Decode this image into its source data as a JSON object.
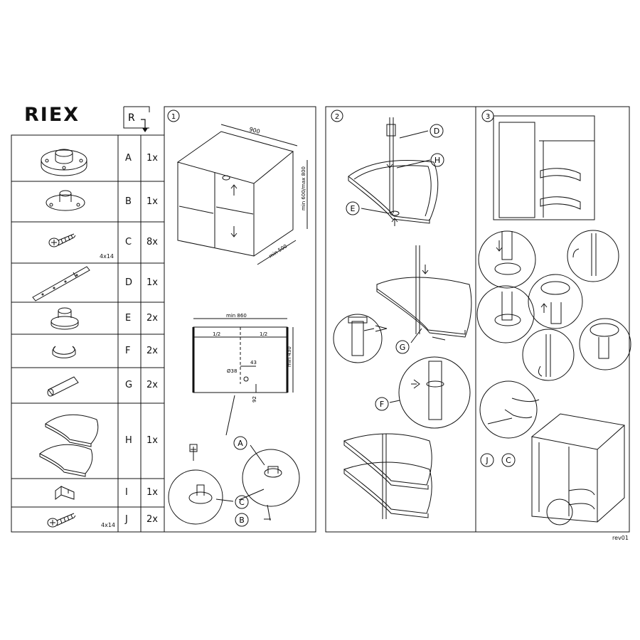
{
  "brand": {
    "logo": "RIEX",
    "flag": "R"
  },
  "parts": [
    {
      "letter": "A",
      "qty": "1x",
      "size": ""
    },
    {
      "letter": "B",
      "qty": "1x",
      "size": ""
    },
    {
      "letter": "C",
      "qty": "8x",
      "size": "4x14"
    },
    {
      "letter": "D",
      "qty": "1x",
      "size": ""
    },
    {
      "letter": "E",
      "qty": "2x",
      "size": ""
    },
    {
      "letter": "F",
      "qty": "2x",
      "size": ""
    },
    {
      "letter": "G",
      "qty": "2x",
      "size": ""
    },
    {
      "letter": "H",
      "qty": "1x",
      "size": ""
    },
    {
      "letter": "I",
      "qty": "1x",
      "size": ""
    },
    {
      "letter": "J",
      "qty": "2x",
      "size": "4x14"
    }
  ],
  "steps": [
    {
      "number": "1"
    },
    {
      "number": "2"
    },
    {
      "number": "3"
    }
  ],
  "step1": {
    "dim_width": "900",
    "dim_height": "min 600/max 800",
    "dim_depth": "min 500",
    "top_width": "min 860",
    "top_depth": "min 430",
    "half_left": "1/2",
    "half_right": "1/2",
    "offset": "43",
    "hole": "Ø38",
    "offset_front": "92",
    "callouts": [
      "A",
      "C",
      "B"
    ]
  },
  "step2": {
    "callouts": [
      "D",
      "H",
      "E",
      "G",
      "F"
    ]
  },
  "step3": {
    "callouts": [
      "J",
      "C"
    ]
  },
  "revision": "rev01"
}
